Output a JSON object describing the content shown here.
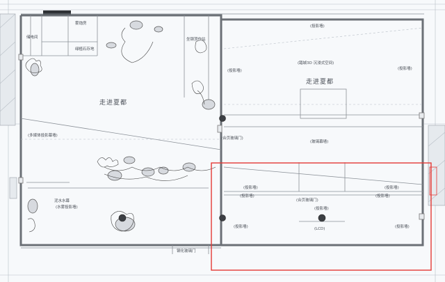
{
  "labels": {
    "storage_room": "储电间",
    "fog_device": "雾炮房",
    "water_rock_tree": "绿植石存地",
    "slanted_roof_room": "坐钢顶作站",
    "walk_into_summer": "走进夏都",
    "space_3d": "(踏城3D 沉浸式空间)",
    "projection_wall": "(投影墙)",
    "multimedia_screen": "(多媒体投影幕墙)",
    "lcd_screen": "(LCD)",
    "water_mist_wall": "(水雾投影墙)",
    "landscape_pond": "泥水水幕",
    "glass_door_top": "(合页玻璃门)",
    "glass_curtain": "(玻璃幕墙)",
    "glass_door_bottom": "(合页玻璃门)",
    "steel_door": "钢化玻璃门"
  },
  "highlight_color": "#e53935",
  "line_color": "#6b7076"
}
